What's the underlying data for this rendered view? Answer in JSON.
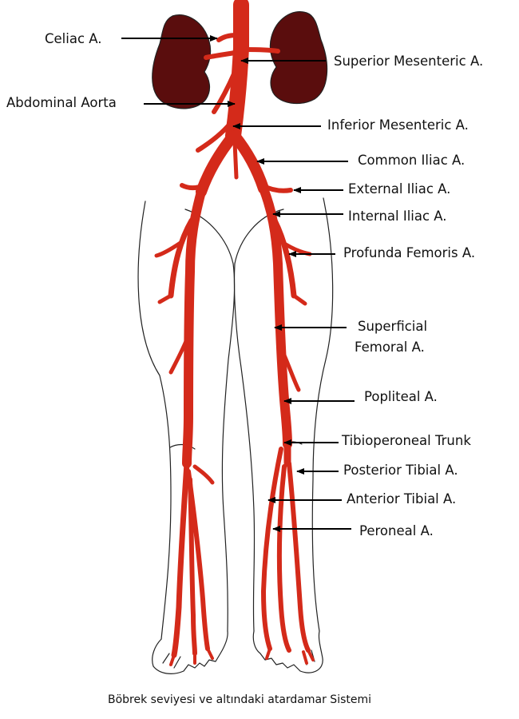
{
  "caption": "Böbrek seviyesi ve altındaki atardamar Sistemi",
  "colors": {
    "artery": "#d42a1a",
    "kidney": "#5a0d0d",
    "outline": "#222222",
    "pointer": "#000000"
  },
  "labels": {
    "celiac": "Celiac A.",
    "superior_mesenteric": "Superior Mesenteric A.",
    "abdominal_aorta": "Abdominal Aorta",
    "inferior_mesenteric": "Inferior Mesenteric A.",
    "common_iliac": "Common Iliac A.",
    "external_iliac": "External Iliac A.",
    "internal_iliac": "Internal Iliac A.",
    "profunda_femoris": "Profunda Femoris A.",
    "superficial_femoral_1": "Superficial",
    "superficial_femoral_2": "Femoral A.",
    "popliteal": "Popliteal A.",
    "tibioperoneal_trunk": "Tibioperoneal Trunk",
    "posterior_tibial": "Posterior Tibial A.",
    "anterior_tibial": "Anterior Tibial A.",
    "peroneal": "Peroneal A."
  }
}
